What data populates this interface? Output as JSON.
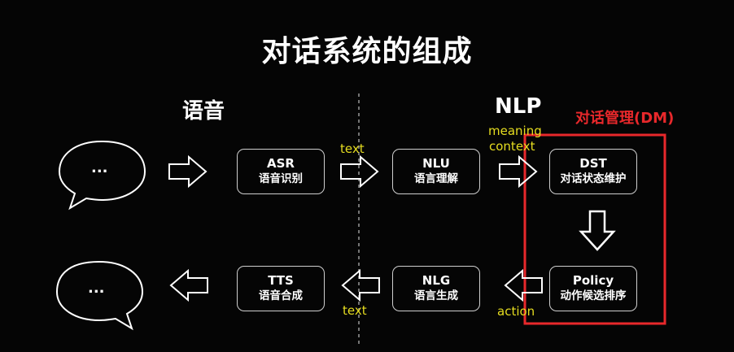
{
  "title": "对话系统的组成",
  "sections": {
    "speech": "语音",
    "nlp": "NLP"
  },
  "dm_label": "对话管理(DM)",
  "bubbles": {
    "top_text": "...",
    "bottom_text": "..."
  },
  "modules": {
    "asr": {
      "title": "ASR",
      "subtitle": "语音识别"
    },
    "nlu": {
      "title": "NLU",
      "subtitle": "语言理解"
    },
    "dst": {
      "title": "DST",
      "subtitle": "对话状态维护"
    },
    "policy": {
      "title": "Policy",
      "subtitle": "动作候选排序"
    },
    "nlg": {
      "title": "NLG",
      "subtitle": "语言生成"
    },
    "tts": {
      "title": "TTS",
      "subtitle": "语音合成"
    }
  },
  "edge_labels": {
    "asr_to_nlu": "text",
    "nlu_to_dst_line1": "meaning",
    "nlu_to_dst_line2": "context",
    "policy_to_nlg": "action",
    "nlg_to_tts": "text"
  },
  "colors": {
    "background": "#050505",
    "dm_border": "#e8282b",
    "edge_label": "#e6dd20",
    "stroke": "#cfcfcf"
  }
}
